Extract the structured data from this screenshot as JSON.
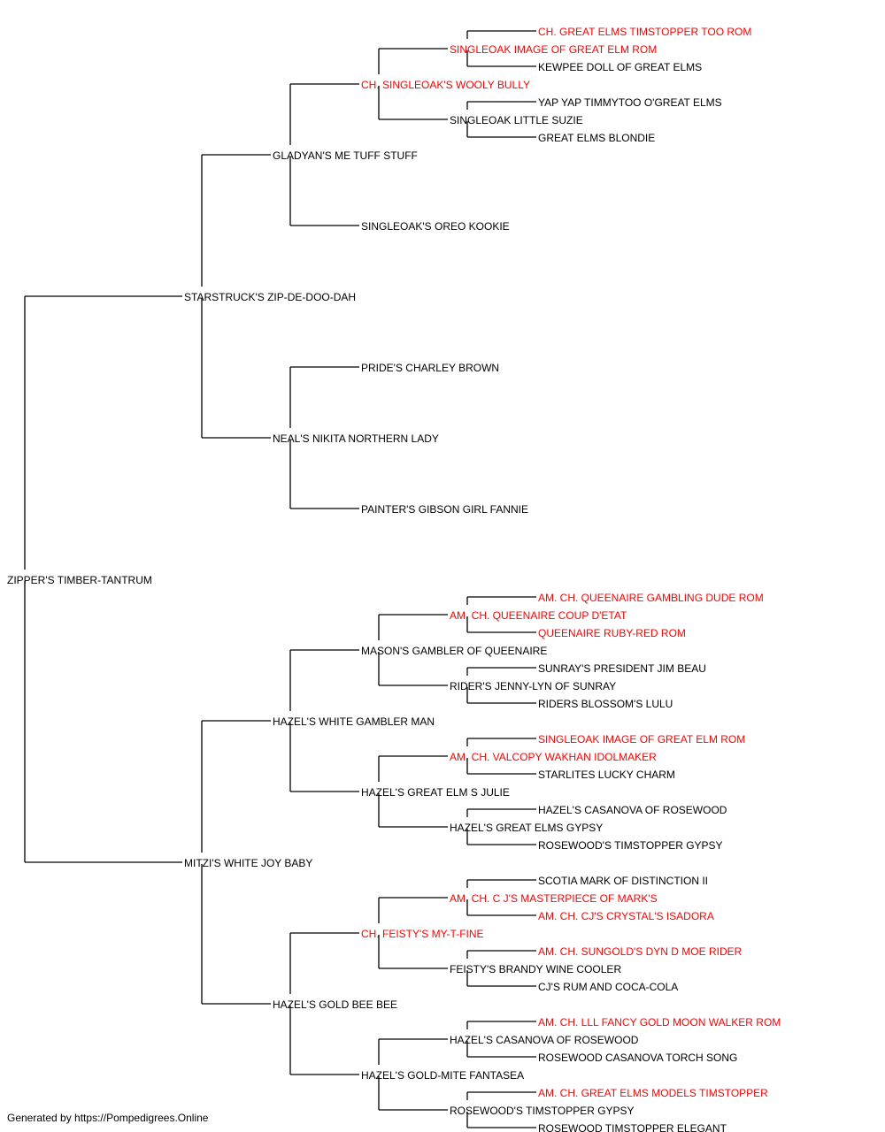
{
  "colors": {
    "champion": "#ff0000",
    "regular": "#000000",
    "line": "#000000"
  },
  "footer": "Generated by https://Pompedigrees.Online",
  "pedigree": {
    "name": "ZIPPER'S TIMBER-TANTRUM",
    "champion": false,
    "sire": {
      "name": "STARSTRUCK'S ZIP-DE-DOO-DAH",
      "champion": false,
      "sire": {
        "name": "GLADYAN'S ME TUFF STUFF",
        "champion": false,
        "sire": {
          "name": "CH. SINGLEOAK'S WOOLY BULLY",
          "champion": true,
          "sire": {
            "name": "SINGLEOAK IMAGE OF GREAT ELM ROM",
            "champion": true,
            "sire": {
              "name": "CH. GREAT ELMS TIMSTOPPER TOO ROM",
              "champion": true
            },
            "dam": {
              "name": "KEWPEE DOLL OF GREAT ELMS",
              "champion": false
            }
          },
          "dam": {
            "name": "SINGLEOAK LITTLE SUZIE",
            "champion": false,
            "sire": {
              "name": "YAP YAP TIMMYTOO O'GREAT ELMS",
              "champion": false
            },
            "dam": {
              "name": "GREAT ELMS BLONDIE",
              "champion": false
            }
          }
        },
        "dam": {
          "name": "SINGLEOAK'S OREO KOOKIE",
          "champion": false
        }
      },
      "dam": {
        "name": "NEAL'S NIKITA NORTHERN LADY",
        "champion": false,
        "sire": {
          "name": "PRIDE'S CHARLEY BROWN",
          "champion": false
        },
        "dam": {
          "name": "PAINTER'S GIBSON GIRL FANNIE",
          "champion": false
        }
      }
    },
    "dam": {
      "name": "MITZI'S WHITE JOY BABY",
      "champion": false,
      "sire": {
        "name": "HAZEL'S WHITE GAMBLER MAN",
        "champion": false,
        "sire": {
          "name": "MASON'S GAMBLER OF QUEENAIRE",
          "champion": false,
          "sire": {
            "name": "AM. CH. QUEENAIRE COUP D'ETAT",
            "champion": true,
            "sire": {
              "name": "AM. CH. QUEENAIRE GAMBLING DUDE ROM",
              "champion": true
            },
            "dam": {
              "name": "QUEENAIRE RUBY-RED ROM",
              "champion": true
            }
          },
          "dam": {
            "name": "RIDER'S JENNY-LYN OF SUNRAY",
            "champion": false,
            "sire": {
              "name": "SUNRAY'S PRESIDENT JIM BEAU",
              "champion": false
            },
            "dam": {
              "name": "RIDERS BLOSSOM'S LULU",
              "champion": false
            }
          }
        },
        "dam": {
          "name": "HAZEL'S GREAT ELM S JULIE",
          "champion": false,
          "sire": {
            "name": "AM. CH. VALCOPY WAKHAN IDOLMAKER",
            "champion": true,
            "sire": {
              "name": "SINGLEOAK IMAGE OF GREAT ELM ROM",
              "champion": true
            },
            "dam": {
              "name": "STARLITES LUCKY CHARM",
              "champion": false
            }
          },
          "dam": {
            "name": "HAZEL'S GREAT ELMS GYPSY",
            "champion": false,
            "sire": {
              "name": "HAZEL'S CASANOVA OF ROSEWOOD",
              "champion": false
            },
            "dam": {
              "name": "ROSEWOOD'S TIMSTOPPER GYPSY",
              "champion": false
            }
          }
        }
      },
      "dam": {
        "name": "HAZEL'S GOLD BEE BEE",
        "champion": false,
        "sire": {
          "name": "CH. FEISTY'S MY-T-FINE",
          "champion": true,
          "sire": {
            "name": "AM. CH. C J'S MASTERPIECE OF MARK'S",
            "champion": true,
            "sire": {
              "name": "SCOTIA MARK OF DISTINCTION II",
              "champion": false
            },
            "dam": {
              "name": "AM. CH. CJ'S CRYSTAL'S ISADORA",
              "champion": true
            }
          },
          "dam": {
            "name": "FEISTY'S BRANDY WINE COOLER",
            "champion": false,
            "sire": {
              "name": "AM. CH. SUNGOLD'S DYN D MOE RIDER",
              "champion": true
            },
            "dam": {
              "name": "CJ'S RUM AND COCA-COLA",
              "champion": false
            }
          }
        },
        "dam": {
          "name": "HAZEL'S GOLD-MITE FANTASEA",
          "champion": false,
          "sire": {
            "name": "HAZEL'S CASANOVA OF ROSEWOOD",
            "champion": false,
            "sire": {
              "name": "AM. CH. LLL FANCY GOLD MOON WALKER ROM",
              "champion": true
            },
            "dam": {
              "name": "ROSEWOOD CASANOVA TORCH SONG",
              "champion": false
            }
          },
          "dam": {
            "name": "ROSEWOOD'S TIMSTOPPER GYPSY",
            "champion": false,
            "sire": {
              "name": "AM. CH. GREAT ELMS MODELS TIMSTOPPER",
              "champion": true
            },
            "dam": {
              "name": "ROSEWOOD TIMSTOPPER ELEGANT",
              "champion": false
            }
          }
        }
      }
    }
  }
}
